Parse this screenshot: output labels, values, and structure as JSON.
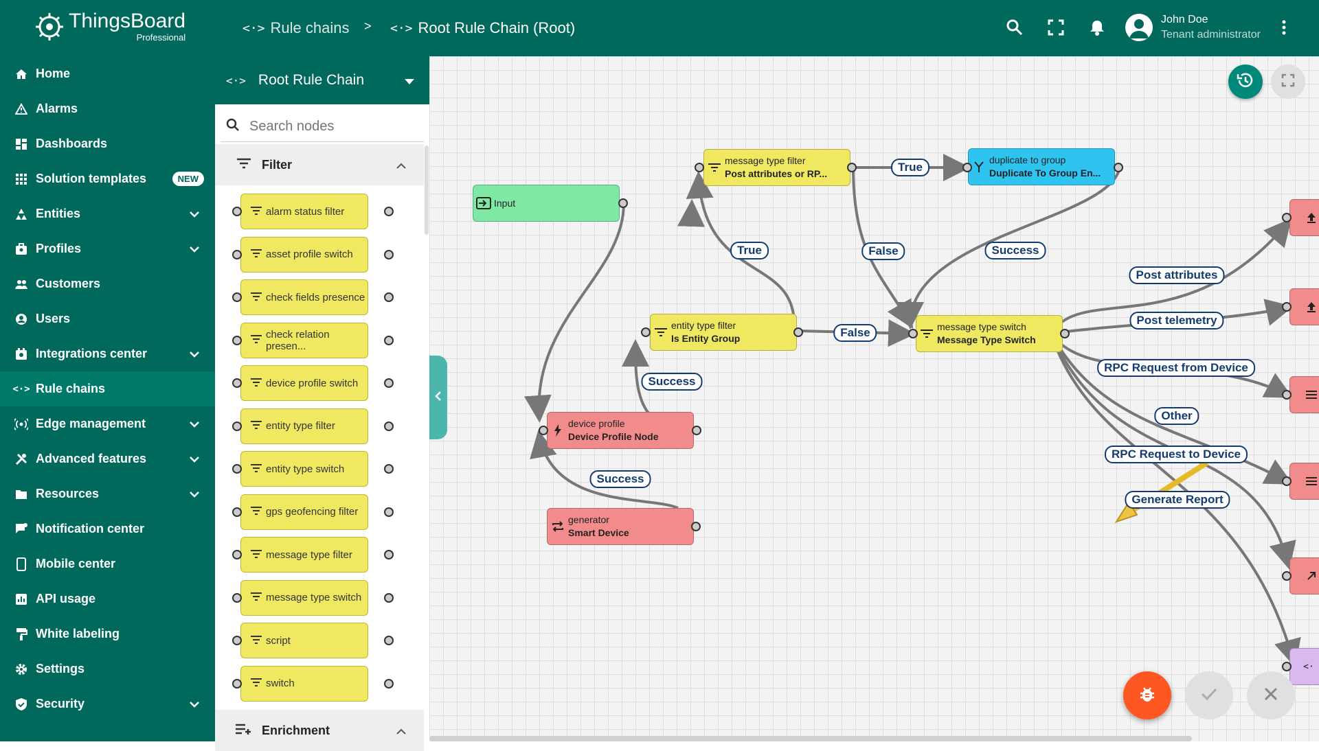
{
  "app": {
    "name": "ThingsBoard",
    "edition": "Professional"
  },
  "breadcrumb": [
    {
      "label": "Rule chains"
    },
    {
      "separator": ">"
    },
    {
      "label": "Root Rule Chain (Root)"
    }
  ],
  "user": {
    "name": "John Doe",
    "role": "Tenant administrator"
  },
  "sidebar": {
    "items": [
      {
        "label": "Home",
        "icon": "home-icon"
      },
      {
        "label": "Alarms",
        "icon": "alarm-icon"
      },
      {
        "label": "Dashboards",
        "icon": "dashboard-icon"
      },
      {
        "label": "Solution templates",
        "icon": "apps-icon",
        "badge": "NEW"
      },
      {
        "label": "Entities",
        "icon": "entities-icon",
        "expandable": true
      },
      {
        "label": "Profiles",
        "icon": "profiles-icon",
        "expandable": true
      },
      {
        "label": "Customers",
        "icon": "customers-icon"
      },
      {
        "label": "Users",
        "icon": "user-icon"
      },
      {
        "label": "Integrations center",
        "icon": "integrations-icon",
        "expandable": true
      },
      {
        "label": "Rule chains",
        "icon": "rule-chain-icon",
        "active": true
      },
      {
        "label": "Edge management",
        "icon": "edge-icon",
        "expandable": true
      },
      {
        "label": "Advanced features",
        "icon": "tools-icon",
        "expandable": true
      },
      {
        "label": "Resources",
        "icon": "folder-icon",
        "expandable": true
      },
      {
        "label": "Notification center",
        "icon": "notification-icon"
      },
      {
        "label": "Mobile center",
        "icon": "mobile-icon"
      },
      {
        "label": "API usage",
        "icon": "api-usage-icon"
      },
      {
        "label": "White labeling",
        "icon": "paint-icon"
      },
      {
        "label": "Settings",
        "icon": "gear-icon"
      },
      {
        "label": "Security",
        "icon": "shield-icon",
        "expandable": true
      }
    ]
  },
  "library": {
    "chain_select": "Root Rule Chain",
    "search_placeholder": "Search nodes",
    "sections": [
      {
        "title": "Filter",
        "expanded": true,
        "nodes": [
          "alarm status filter",
          "asset profile switch",
          "check fields presence",
          "check relation presen...",
          "device profile switch",
          "entity type filter",
          "entity type switch",
          "gps geofencing filter",
          "message type filter",
          "message type switch",
          "script",
          "switch"
        ]
      },
      {
        "title": "Enrichment",
        "expanded": true
      }
    ]
  },
  "graph": {
    "nodes": {
      "input": {
        "type": "",
        "name": "Input",
        "color": "#7ee8a4"
      },
      "msg_type_filter": {
        "type": "message type filter",
        "name": "Post attributes or RP...",
        "color": "#f1e861"
      },
      "dup_group": {
        "type": "duplicate to group",
        "name": "Duplicate To Group En...",
        "color": "#2fc3f0"
      },
      "entity_type_filter": {
        "type": "entity type filter",
        "name": "Is Entity Group",
        "color": "#f1e861"
      },
      "msg_type_switch": {
        "type": "message type switch",
        "name": "Message Type Switch",
        "color": "#f1e861"
      },
      "device_profile": {
        "type": "device profile",
        "name": "Device Profile Node",
        "color": "#f28b8b"
      },
      "generator": {
        "type": "generator",
        "name": "Smart Device",
        "color": "#f28b8b"
      }
    },
    "links": [
      {
        "label": "True"
      },
      {
        "label": "True"
      },
      {
        "label": "False"
      },
      {
        "label": "Success"
      },
      {
        "label": "False"
      },
      {
        "label": "Success"
      },
      {
        "label": "Success"
      },
      {
        "label": "Post attributes"
      },
      {
        "label": "Post telemetry"
      },
      {
        "label": "RPC Request from Device"
      },
      {
        "label": "Other"
      },
      {
        "label": "RPC Request to Device"
      },
      {
        "label": "Generate Report"
      }
    ]
  },
  "colors": {
    "primary": "#00695c",
    "debug_fab": "#ff5722",
    "filter_node": "#f1e861",
    "action_node": "#f28b8b",
    "link_label": "#133b6e"
  }
}
